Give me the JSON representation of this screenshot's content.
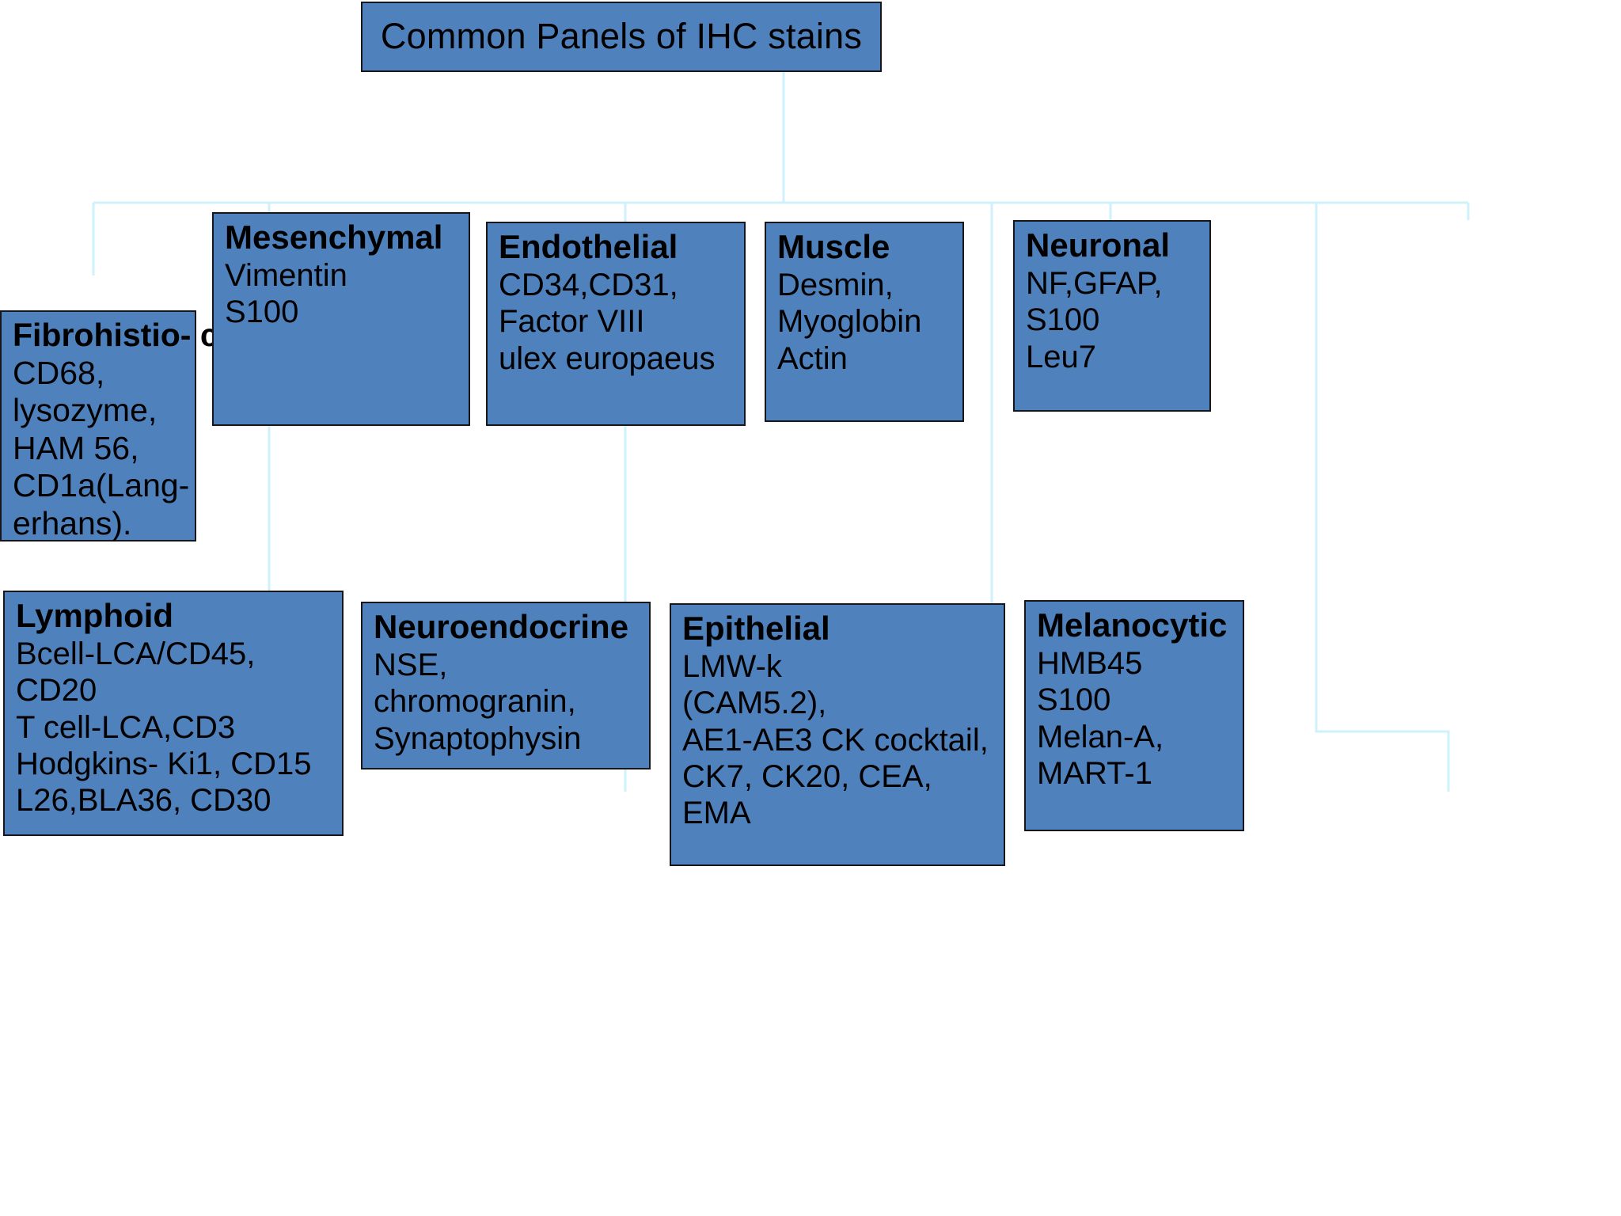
{
  "diagram": {
    "root": {
      "label": "Common Panels of IHC stains"
    },
    "accent_color": "#4F81BD",
    "border_color": "#15171C",
    "connector_color": "#CFF1FB",
    "background_color": "#FFFFFF",
    "nodes": [
      {
        "id": "fibrohistiocytic",
        "title": "Fibrohistio-\ncytic",
        "body": "CD68,\nlysozyme,\nHAM 56,\nCD1a(Lang-\nerhans)."
      },
      {
        "id": "mesenchymal",
        "title": "Mesenchymal",
        "body": "Vimentin\nS100"
      },
      {
        "id": "endothelial",
        "title": "Endothelial",
        "body": "CD34,CD31,\nFactor VIII\nulex europaeus"
      },
      {
        "id": "muscle",
        "title": "Muscle",
        "body": "Desmin,\nMyoglobin\nActin"
      },
      {
        "id": "neuronal",
        "title": "Neuronal",
        "body": "NF,GFAP,\nS100\nLeu7"
      },
      {
        "id": "lymphoid",
        "title": "Lymphoid",
        "body": "Bcell-LCA/CD45,\nCD20\nT cell-LCA,CD3\nHodgkins- Ki1, CD15\nL26,BLA36, CD30"
      },
      {
        "id": "neuroendocrine",
        "title": "Neuroendocrine",
        "body": "NSE,\nchromogranin,\nSynaptophysin"
      },
      {
        "id": "epithelial",
        "title": "Epithelial",
        "body": "LMW-k\n(CAM5.2),\nAE1-AE3 CK cocktail,\nCK7, CK20, CEA,\nEMA"
      },
      {
        "id": "melanocytic",
        "title": "Melanocytic",
        "body": "HMB45\nS100\nMelan-A,\nMART-1"
      }
    ]
  }
}
